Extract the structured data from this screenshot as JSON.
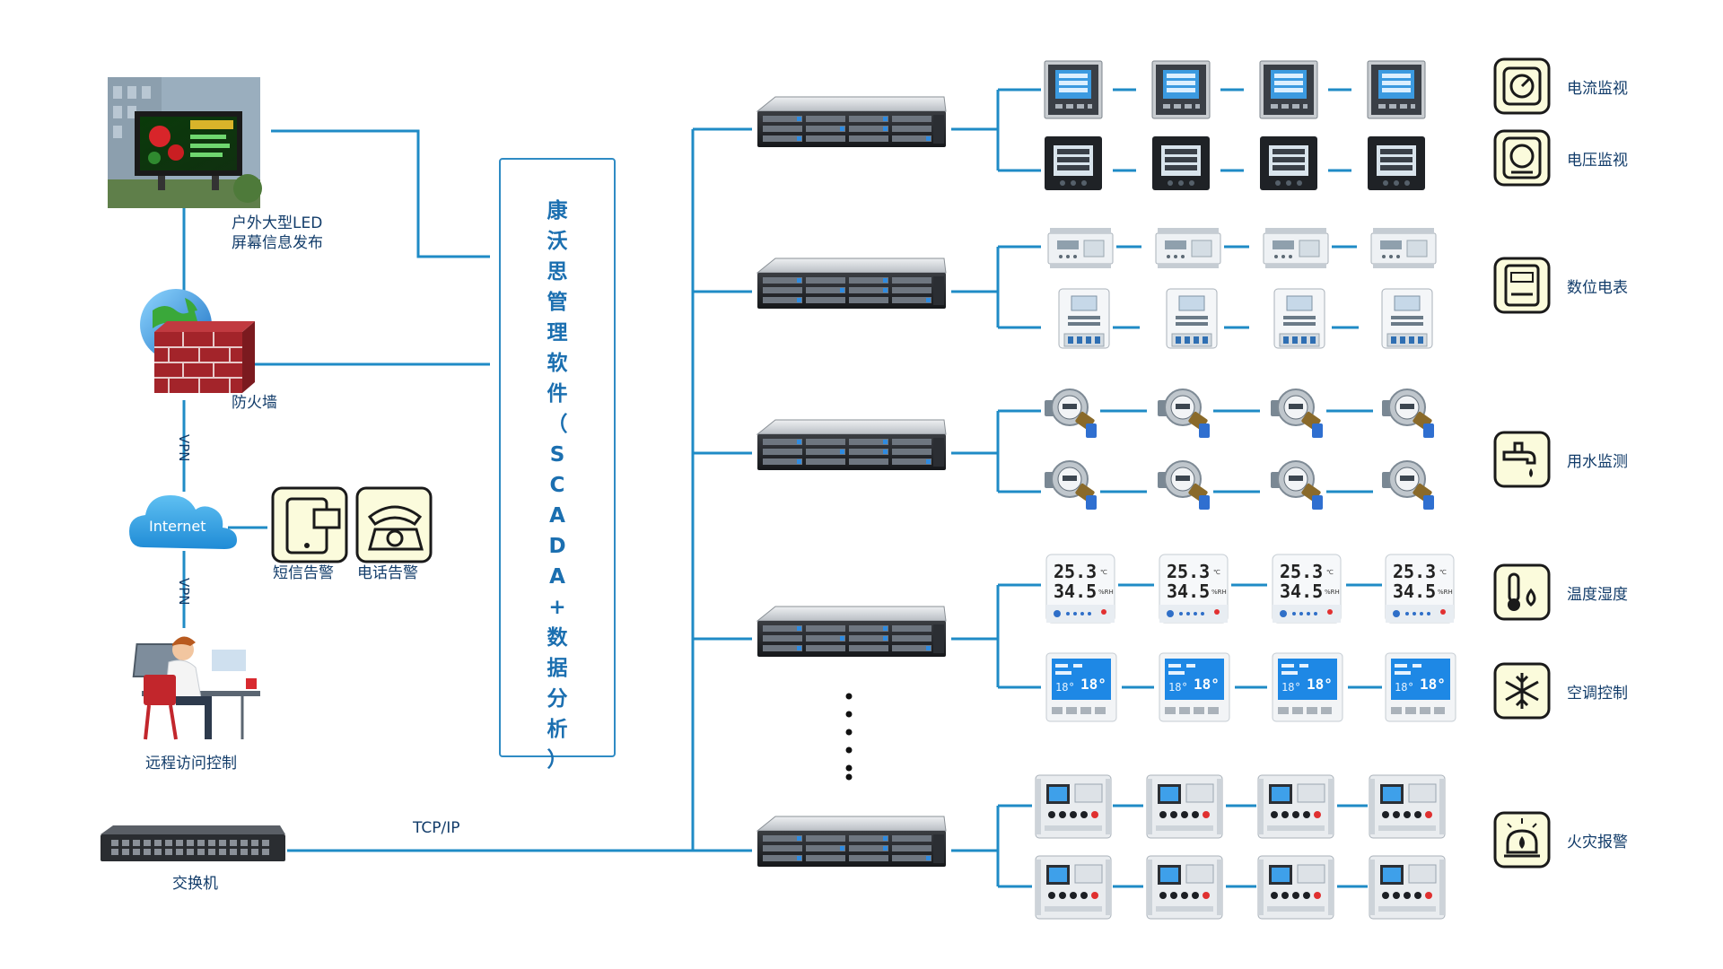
{
  "left": {
    "led_label_1": "户外大型LED",
    "led_label_2": "屏幕信息发布",
    "firewall_label": "防火墙",
    "vpn_top": "VPN",
    "vpn_bottom": "VPN",
    "internet_label": "Internet",
    "sms_label": "短信告警",
    "phone_label": "电话告警",
    "remote_label": "远程访问控制",
    "switch_label": "交换机",
    "tcpip_label": "TCP/IP"
  },
  "scada": {
    "chars": [
      "康",
      "沃",
      "思",
      "管",
      "理",
      "软",
      "件",
      "（",
      "S",
      "C",
      "A",
      "D",
      "A",
      "+",
      "数",
      "据",
      "分",
      "析",
      "）"
    ]
  },
  "right_labels": [
    {
      "text": "电流监视",
      "icon": "ammeter-dial-icon"
    },
    {
      "text": "电压监视",
      "icon": "voltmeter-dial-icon"
    },
    {
      "text": "数位电表",
      "icon": "digital-meter-icon"
    },
    {
      "text": "用水监测",
      "icon": "water-tap-icon"
    },
    {
      "text": "温度湿度",
      "icon": "thermometer-humidity-icon"
    },
    {
      "text": "空调控制",
      "icon": "snowflake-icon"
    },
    {
      "text": "火灾报警",
      "icon": "fire-alarm-icon"
    }
  ],
  "colors": {
    "line": "#1f8bc6",
    "text": "#123c6a",
    "scada_text": "#1b6fb0",
    "icon_bg": "#fbfbdc"
  },
  "devices": {
    "led_temp_1": "25.3",
    "led_temp_2": "34.5",
    "ac_temp": "18"
  }
}
